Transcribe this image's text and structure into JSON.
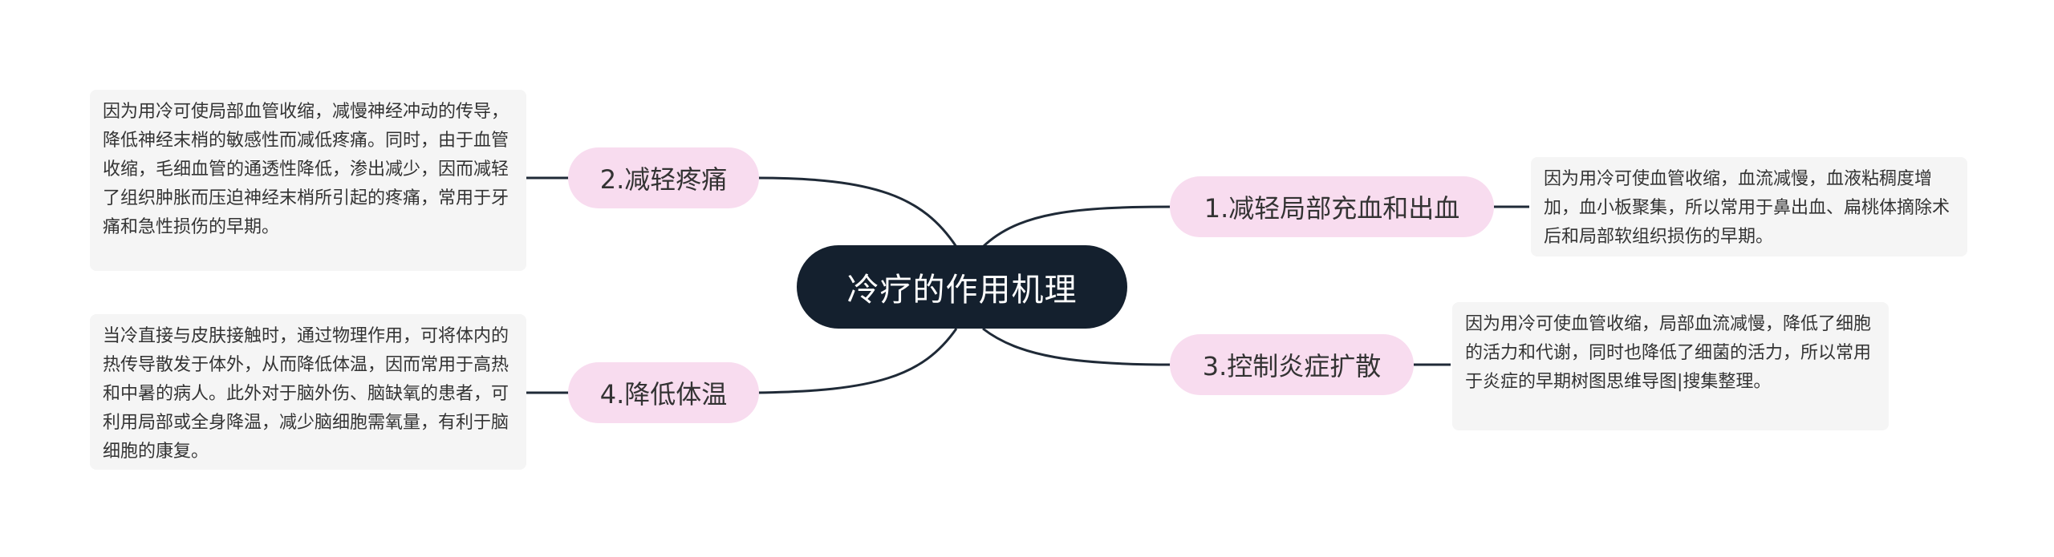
{
  "colors": {
    "center_fill": "#14202e",
    "center_text": "#ffffff",
    "branch_fill": "#f8dcef",
    "branch_text": "#333333",
    "note_fill": "#f5f5f5",
    "note_text": "#333333",
    "line": "#1f2a37"
  },
  "center": {
    "label": "冷疗的作用机理"
  },
  "branches": [
    {
      "label": "1.减轻局部充血和出血",
      "note": "因为用冷可使血管收缩，血流减慢，血液粘稠度增加，血小板聚集，所以常用于鼻出血、扁桃体摘除术后和局部软组织损伤的早期。"
    },
    {
      "label": "2.减轻疼痛",
      "note": "因为用冷可使局部血管收缩，减慢神经冲动的传导，降低神经末梢的敏感性而减低疼痛。同时，由于血管收缩，毛细血管的通透性降低，渗出减少，因而减轻了组织肿胀而压迫神经末梢所引起的疼痛，常用于牙痛和急性损伤的早期。"
    },
    {
      "label": "3.控制炎症扩散",
      "note": "因为用冷可使血管收缩，局部血流减慢，降低了细胞的活力和代谢，同时也降低了细菌的活力，所以常用于炎症的早期树图思维导图|搜集整理。"
    },
    {
      "label": "4.降低体温",
      "note": "当冷直接与皮肤接触时，通过物理作用，可将体内的热传导散发于体外，从而降低体温，因而常用于高热和中暑的病人。此外对于脑外伤、脑缺氧的患者，可利用局部或全身降温，减少脑细胞需氧量，有利于脑细胞的康复。"
    }
  ]
}
